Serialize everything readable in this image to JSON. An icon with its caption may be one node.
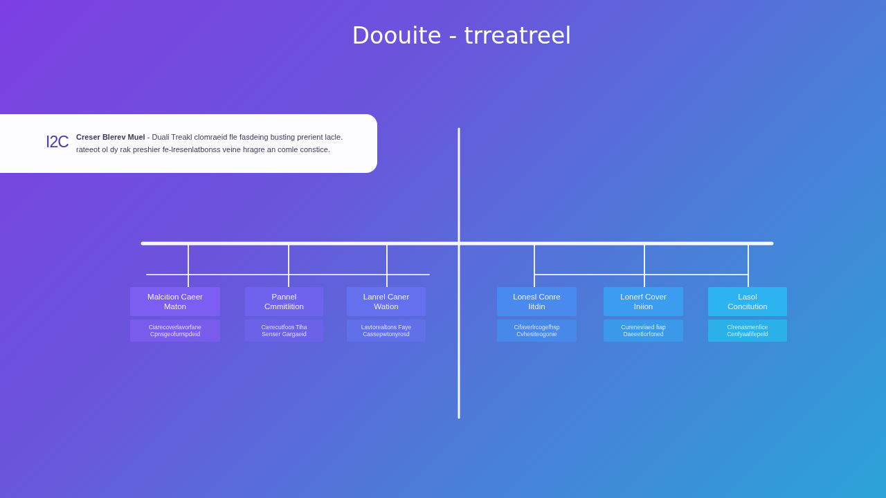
{
  "diagram": {
    "title": "Doouite - trreatreel",
    "nodes": [
      {
        "text": [
          "I2C",
          "**Creser Blerev Muel** - Duali Treakl clomraeid fle fasdeing busting prerient lacle. rateeot ol dy rak preshier fe-lresenlatbonss veine hragre an comle constice."
        ]
      },
      {
        "text": [
          "Malcition Caeer Maton"
        ]
      },
      {
        "text": [
          "Pannel Cmmitlition"
        ]
      },
      {
        "text": [
          "Lanrel Caner Wation"
        ]
      },
      {
        "text": [
          "Lonesl Conre Iitdin"
        ]
      },
      {
        "text": [
          "Lonerf Cover Iniion"
        ]
      },
      {
        "text": [
          "Lasol Concitution"
        ]
      },
      {
        "text": [
          "Ciarecoverlavorfane Cpnsgeofurrspdeid"
        ]
      },
      {
        "text": [
          "Cierecutfoos Tiha Senser Gargaeid"
        ]
      },
      {
        "text": [
          "Lavtorealtons Faye Cassepwtonyrosd"
        ]
      },
      {
        "text": [
          "Cifaverlrcogefhsp Cvhesiteogonie"
        ]
      },
      {
        "text": [
          "Cureneviaed fiap Daeeetlorfoned"
        ]
      },
      {
        "text": [
          "Clrenasmenfice Cenfyaafifepeld"
        ]
      }
    ],
    "edges": [
      {
        "from": null,
        "to": 1,
        "arrow": "none"
      },
      {
        "from": null,
        "to": 2,
        "arrow": "none"
      },
      {
        "from": null,
        "to": 3,
        "arrow": "none"
      },
      {
        "from": null,
        "to": 4,
        "arrow": "none"
      },
      {
        "from": null,
        "to": 5,
        "arrow": "none"
      },
      {
        "from": null,
        "to": 6,
        "arrow": "none"
      }
    ]
  }
}
